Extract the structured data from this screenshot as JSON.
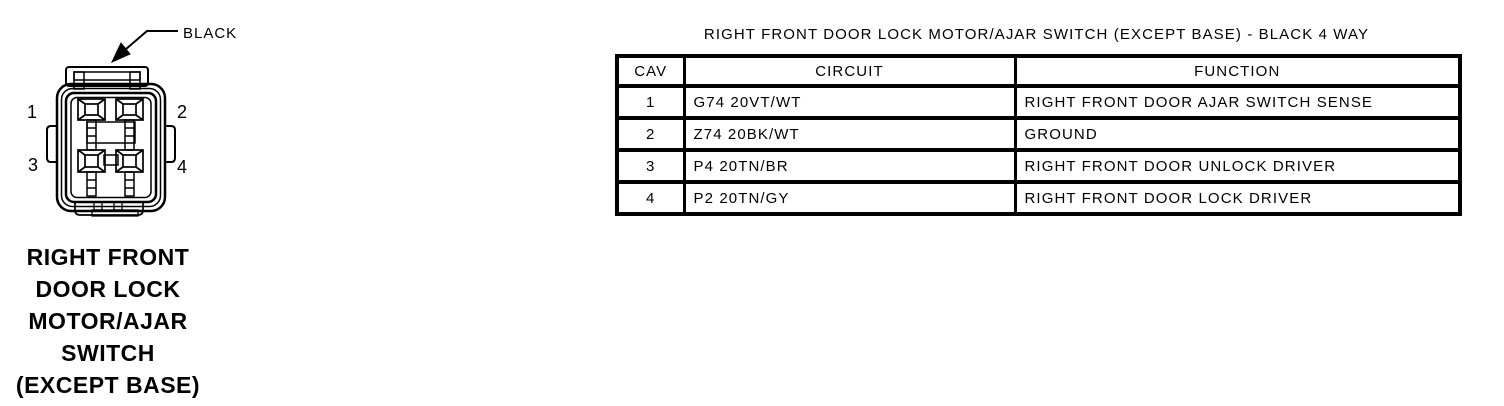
{
  "page": {
    "background_color": "#ffffff",
    "ink_color": "#000000"
  },
  "connector": {
    "color_label": "BLACK",
    "way_count": "4",
    "pin_labels": [
      "1",
      "2",
      "3",
      "4"
    ],
    "caption_lines": [
      "RIGHT FRONT",
      "DOOR LOCK",
      "MOTOR/AJAR",
      "SWITCH",
      "(EXCEPT BASE)"
    ]
  },
  "pinout_table": {
    "title": "RIGHT FRONT DOOR LOCK MOTOR/AJAR SWITCH (EXCEPT BASE) - BLACK 4 WAY",
    "headers": [
      "CAV",
      "CIRCUIT",
      "FUNCTION"
    ],
    "rows": [
      [
        "1",
        "G74 20VT/WT",
        "RIGHT FRONT DOOR AJAR SWITCH SENSE"
      ],
      [
        "2",
        "Z74 20BK/WT",
        "GROUND"
      ],
      [
        "3",
        "P4 20TN/BR",
        "RIGHT FRONT DOOR UNLOCK DRIVER"
      ],
      [
        "4",
        "P2 20TN/GY",
        "RIGHT FRONT DOOR LOCK DRIVER"
      ]
    ]
  }
}
